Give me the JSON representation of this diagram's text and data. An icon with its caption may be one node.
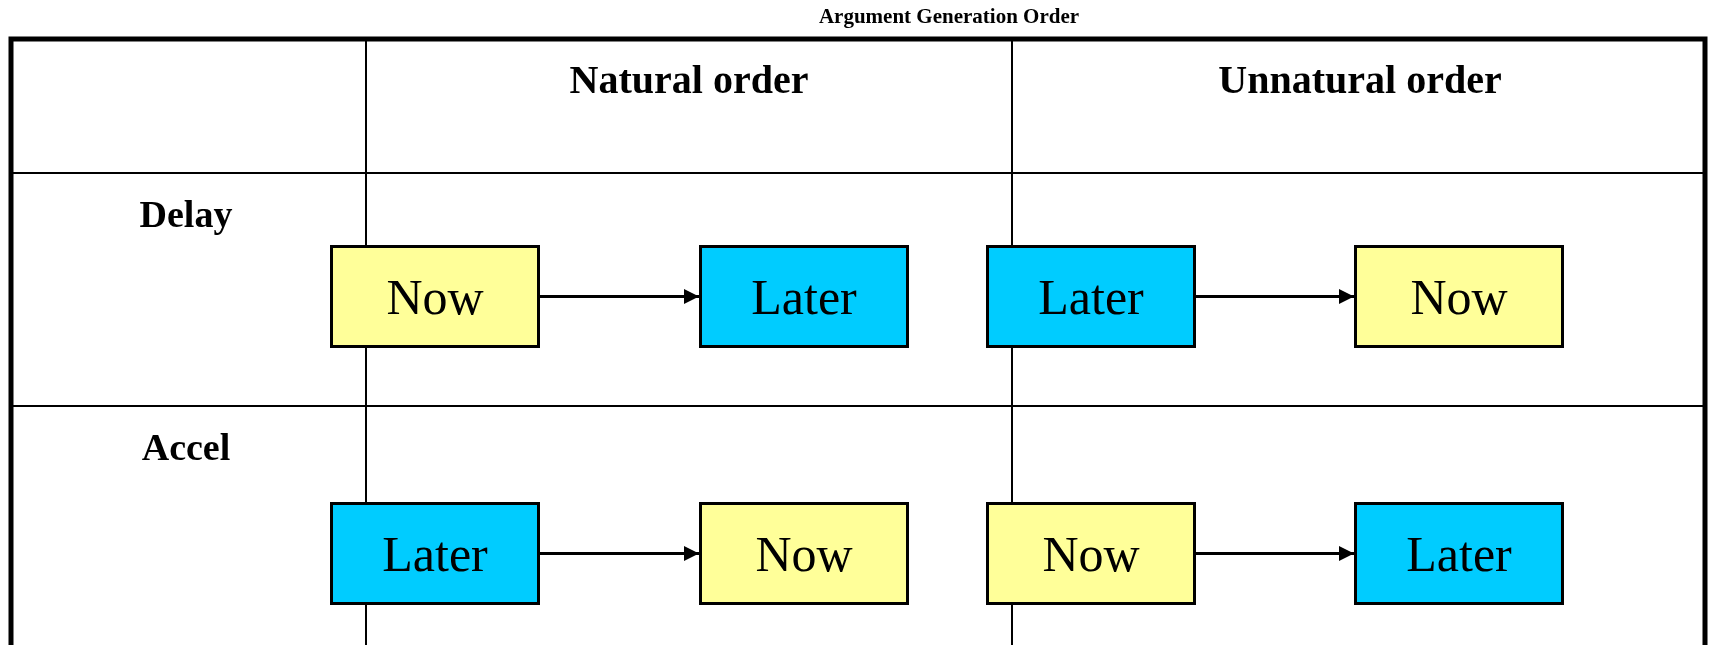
{
  "diagram": {
    "title": "Argument Generation Order",
    "nodes": [
      {
        "text": [
          "Now"
        ]
      },
      {
        "text": [
          "Later"
        ]
      },
      {
        "text": [
          "Later"
        ]
      },
      {
        "text": [
          "Now"
        ]
      },
      {
        "text": [
          "Later"
        ]
      },
      {
        "text": [
          "Now"
        ]
      },
      {
        "text": [
          "Now"
        ]
      },
      {
        "text": [
          "Later"
        ]
      }
    ],
    "edges": [
      {
        "from": 0,
        "to": 1,
        "arrow": "to"
      },
      {
        "from": 2,
        "to": 3,
        "arrow": "to"
      },
      {
        "from": 4,
        "to": 5,
        "arrow": "to"
      },
      {
        "from": 6,
        "to": 7,
        "arrow": "to"
      }
    ],
    "labels": [
      "Natural order",
      "Unnatural order",
      "Delay",
      "Accel"
    ]
  }
}
